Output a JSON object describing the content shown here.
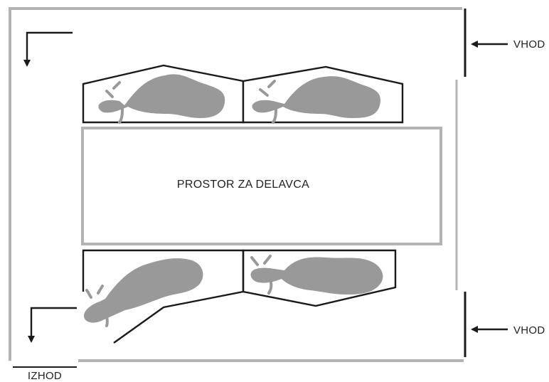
{
  "labels": {
    "worker_area": "PROSTOR ZA DELAVCA",
    "entrance_top": "VHOD",
    "entrance_bottom": "VHOD",
    "exit": "IZHOD"
  },
  "colors": {
    "wall": "#b3b3b3",
    "line": "#1a1a1a",
    "cow": "#999999"
  },
  "icons": {
    "entrance_arrow": "arrow-left-icon",
    "flow_arrow": "corner-arrow-down-icon",
    "animal": "cow-silhouette"
  }
}
